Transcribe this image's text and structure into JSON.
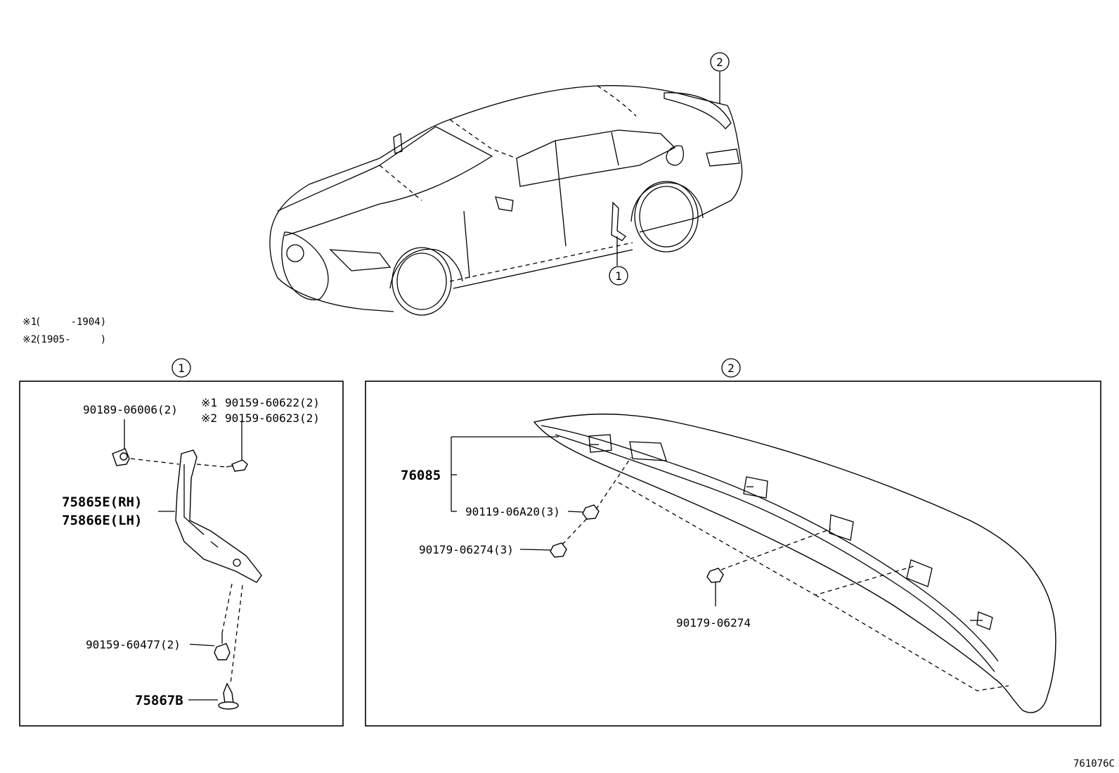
{
  "notes": [
    {
      "mark": "※1",
      "text": "(     -1904)"
    },
    {
      "mark": "※2",
      "text": "(1905-     )"
    }
  ],
  "callouts": {
    "one": "1",
    "two": "2"
  },
  "panel1": {
    "title": "1",
    "labels": {
      "clip": "90189-06006(2)",
      "screw1_mark": "※1",
      "screw1": "90159-60622(2)",
      "screw2_mark": "※2",
      "screw2": "90159-60623(2)",
      "bracket_rh": "75865E(RH)",
      "bracket_lh": "75866E(LH)",
      "screw3": "90159-60477(2)",
      "retainer": "75867B"
    }
  },
  "panel2": {
    "title": "2",
    "labels": {
      "spoiler": "76085",
      "stud": "90119-06A20(3)",
      "nut3": "90179-06274(3)",
      "nut1": "90179-06274"
    }
  },
  "drawing_code": "761076C"
}
